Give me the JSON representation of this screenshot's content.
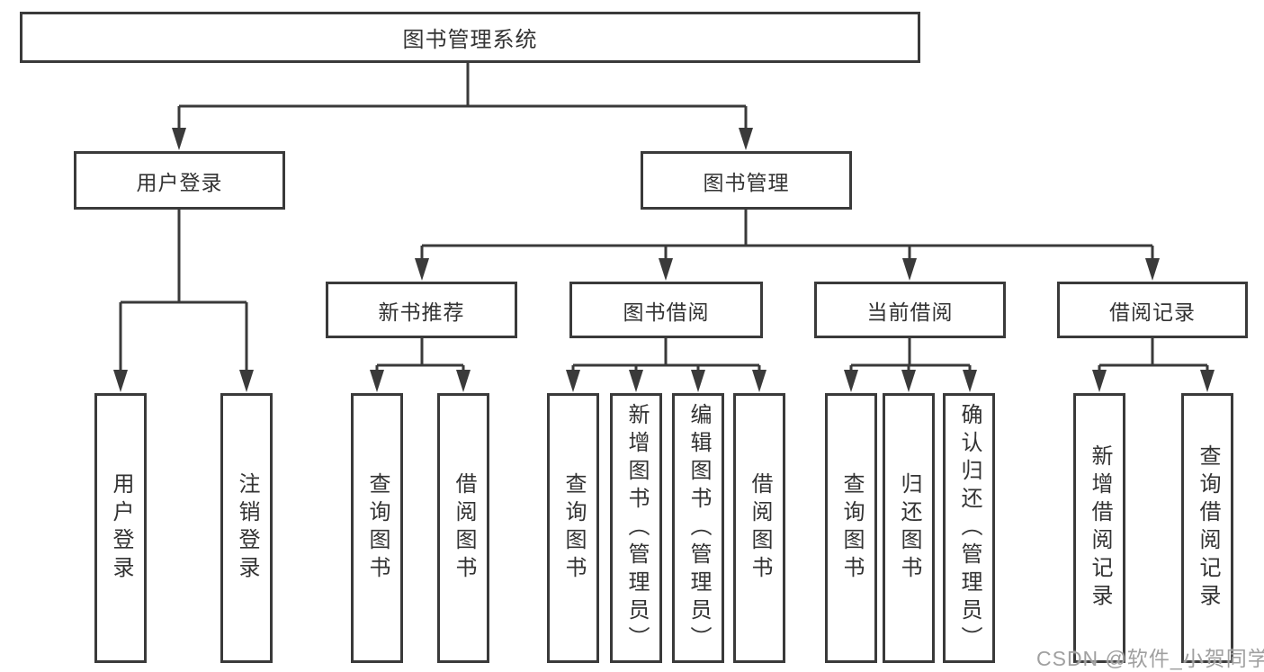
{
  "root": {
    "label": "图书管理系统"
  },
  "branches": [
    {
      "label": "用户登录",
      "children": [
        {
          "label": "用户登录"
        },
        {
          "label": "注销登录"
        }
      ]
    },
    {
      "label": "图书管理",
      "sections": [
        {
          "label": "新书推荐",
          "children": [
            {
              "label": "查询图书"
            },
            {
              "label": "借阅图书"
            }
          ]
        },
        {
          "label": "图书借阅",
          "children": [
            {
              "label": "查询图书"
            },
            {
              "label": "新增图书（管理员）"
            },
            {
              "label": "编辑图书（管理员）"
            },
            {
              "label": "借阅图书"
            }
          ]
        },
        {
          "label": "当前借阅",
          "children": [
            {
              "label": "查询图书"
            },
            {
              "label": "归还图书"
            },
            {
              "label": "确认归还（管理员）"
            }
          ]
        },
        {
          "label": "借阅记录",
          "children": [
            {
              "label": "新增借阅记录"
            },
            {
              "label": "查询借阅记录"
            }
          ]
        }
      ]
    }
  ],
  "watermark": "CSDN @软件_小贺同学",
  "colors": {
    "line": "#3a3a3a",
    "text": "#333333",
    "background": "#ffffff",
    "watermark": "#a0a0a0"
  }
}
